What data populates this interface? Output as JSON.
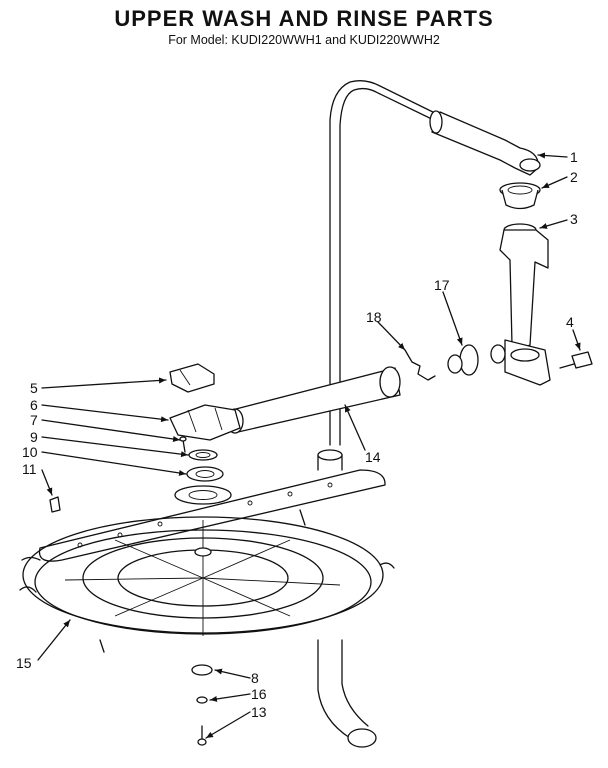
{
  "title": "UPPER WASH AND RINSE PARTS",
  "subtitle": "For Model: KUDI220WWH1 and KUDI220WWH2",
  "callouts": [
    "1",
    "2",
    "3",
    "4",
    "5",
    "6",
    "7",
    "8",
    "9",
    "10",
    "11",
    "13",
    "14",
    "15",
    "16",
    "17",
    "18"
  ]
}
